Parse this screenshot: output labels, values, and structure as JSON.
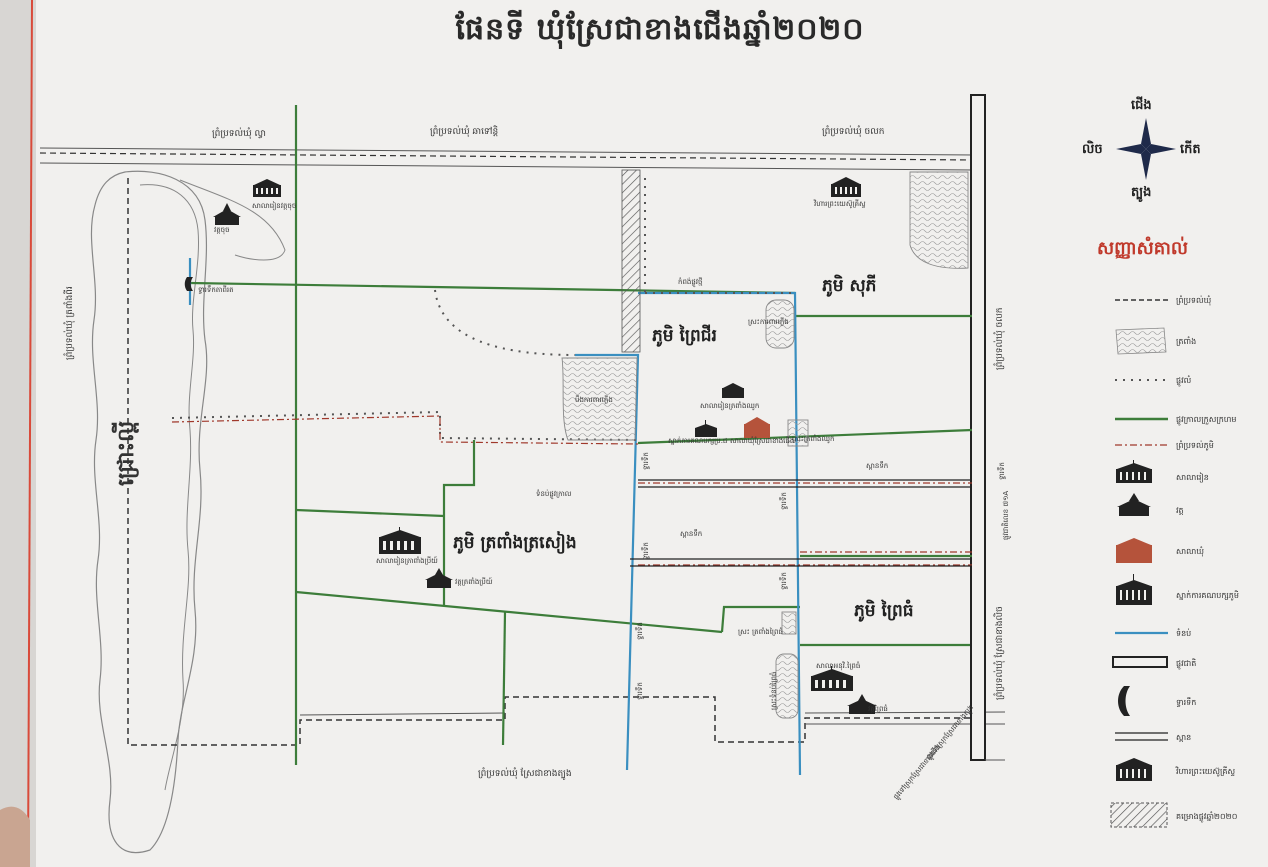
{
  "title": "ផែនទី ឃុំស្រែជាខាងជើងឆ្នាំ២០២០",
  "compass": {
    "north": "ជើង",
    "south": "ត្បូង",
    "east": "កើត",
    "west": "លិច"
  },
  "legend": {
    "title": "សញ្ញាសំគាល់",
    "items": [
      {
        "label": "ព្រំប្រទល់ឃុំ"
      },
      {
        "label": "ត្រពាំង"
      },
      {
        "label": "ផ្លូវលំ"
      },
      {
        "label": "ផ្លូវក្រាលក្រួសក្រហម"
      },
      {
        "label": "ព្រំប្រទល់ភូមិ"
      },
      {
        "label": "សាលារៀន"
      },
      {
        "label": "វត្ត"
      },
      {
        "label": "សាលាឃុំ"
      },
      {
        "label": "ស្នាក់ការគណបក្សភូមិ"
      },
      {
        "label": "ទំនប់"
      },
      {
        "label": "ផ្លូវជាតិ"
      },
      {
        "label": "ទ្វារទឹក"
      },
      {
        "label": "ស្ពាន"
      },
      {
        "label": "វិហារព្រះយេស៊ូគ្រីស្ទ"
      },
      {
        "label": "គម្រោងផ្លូវឆ្នាំ២០២០"
      }
    ]
  },
  "villages": {
    "suki": "ភូមិ សុភី",
    "preychor": "ភូមិ ព្រៃជីរ",
    "trapeang": "ភូមិ ត្រពាំងត្រសៀង",
    "prey_tom": "ភូមិ ព្រៃធំ"
  },
  "borders": {
    "north_1": "ព្រំប្រទល់ឃុំ ល្វា",
    "north_2": "ព្រំប្រទល់ឃុំ ឆាទៅន្តិ",
    "north_3": "ព្រំប្រទល់ឃុំ ចលក",
    "south": "ព្រំប្រទល់ឃុំ ស្រែជាខាងត្បូង",
    "east": "ព្រំប្រទល់ឃុំ ចលក",
    "west": "ព្រំប្រទល់ឃុំ ត្រពាំងពីរ",
    "east_road": "ព្រំប្រទល់ឃុំ ស្រែជាខាងលិច"
  },
  "places": {
    "lake": "ជ្រោះល្ពី",
    "school_nw": "សាលារៀនវត្តចុច",
    "wat_nw": "វត្តចុច",
    "church_n": "វិហារព្រះយេស៊ូគ្រីស្ទ",
    "gate_w": "ទ្វារទឹកតាពីរត",
    "road_top": "កំពង់ផ្លូវថ្មី",
    "pond_suki": "ស្រះការពារភ្លើង",
    "pond_center": "បឹងការពារភ្លើង",
    "school_center": "សាលារៀនត្រពាំងឈូក",
    "party_center": "ស្នាក់ការគណបក្សប្រ.ជ",
    "commune_hall": "សាលាឃុំស្រែជាខាងជើង",
    "pond_east": "ស្រះត្រពាំងឈូក",
    "dam_label": "ទំនប់ផ្លូវក្រាល",
    "school_trap": "សាលារៀនត្រាពាំងប្រីយ៍",
    "wat_trap": "វត្តត្រពាំងប្រីយ៍",
    "bridge_1": "ស្ពានទឹក",
    "bridge_2": "ស្ពានទឹក",
    "school_se": "សាលាអនុវិ.ព្រៃធំ",
    "wat_se": "វត្តព្រៃធំ",
    "pond_se": "ស្រះ ត្រពាំងព្រៃធំ",
    "pond_se2": "ស្រះទំនប់ព្រៃធំ",
    "national_road": "ផ្លូវជាតិលេខ ៧១A",
    "gate_1": "ទ្វារទឹក",
    "gate_2": "ទ្វារទឹក",
    "gate_3": "ទ្វារទឹក",
    "gate_4": "ទ្វារទឹក",
    "gate_5": "ទ្វារទឹក",
    "gate_6": "ទ្វារទឹក",
    "gate_7": "ទ្វារទឹក",
    "diagonal_road": "ផ្លូវទៅស្រុកស្រែជាខាងជើង",
    "east_road2": "ផ្លូវទៅស្រុកស្រែជាខាងត្បូង"
  },
  "colors": {
    "green_road": "#3d7d3a",
    "blue_canal": "#3a8fc0",
    "commune_red": "#b5533b",
    "legend_red": "#c0392b",
    "compass_navy": "#1f2a4a"
  }
}
